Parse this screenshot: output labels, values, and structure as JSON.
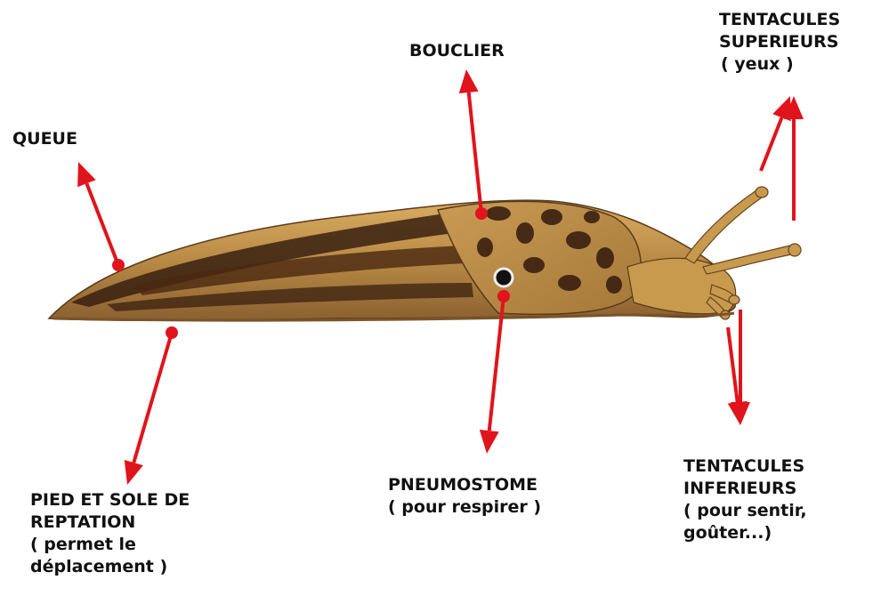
{
  "colors": {
    "arrow": "#e0141c",
    "body_light": "#c79a4e",
    "body_dark": "#3a2010",
    "mantle": "#b88a46",
    "text": "#111111"
  },
  "labels": {
    "queue": [
      "QUEUE"
    ],
    "bouclier": [
      "BOUCLIER"
    ],
    "tentacules_sup": [
      "TENTACULES",
      "SUPERIEURS",
      "( yeux )"
    ],
    "pied": [
      "PIED ET SOLE DE",
      "REPTATION",
      "( permet le",
      "déplacement )"
    ],
    "pneumostome": [
      "PNEUMOSTOME",
      "( pour respirer )"
    ],
    "tentacules_inf": [
      "TENTACULES",
      "INFERIEURS",
      "( pour sentir,",
      "goûter...)"
    ]
  }
}
